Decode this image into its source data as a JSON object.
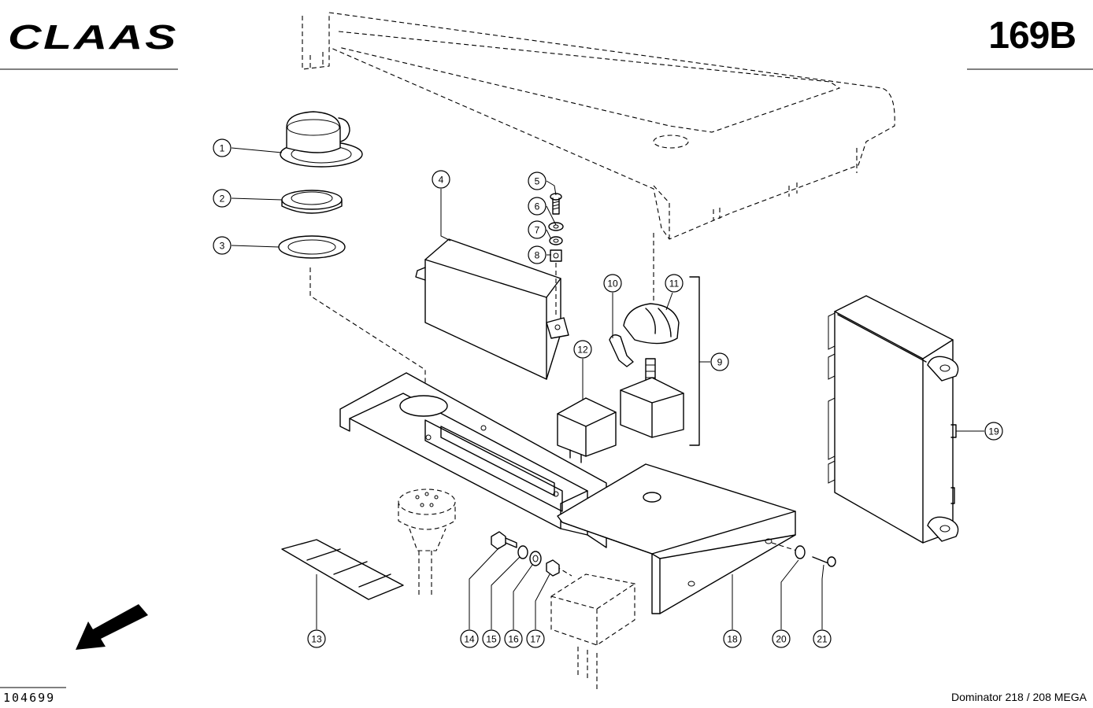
{
  "header": {
    "brand": "CLAAS",
    "sheet_number": "169B"
  },
  "footer": {
    "drawing_number": "104699",
    "model": "Dominator 218 / 208 MEGA"
  },
  "callouts": [
    "1",
    "2",
    "3",
    "4",
    "5",
    "6",
    "7",
    "8",
    "9",
    "10",
    "11",
    "12",
    "13",
    "14",
    "15",
    "16",
    "17",
    "18",
    "19",
    "20",
    "21"
  ]
}
